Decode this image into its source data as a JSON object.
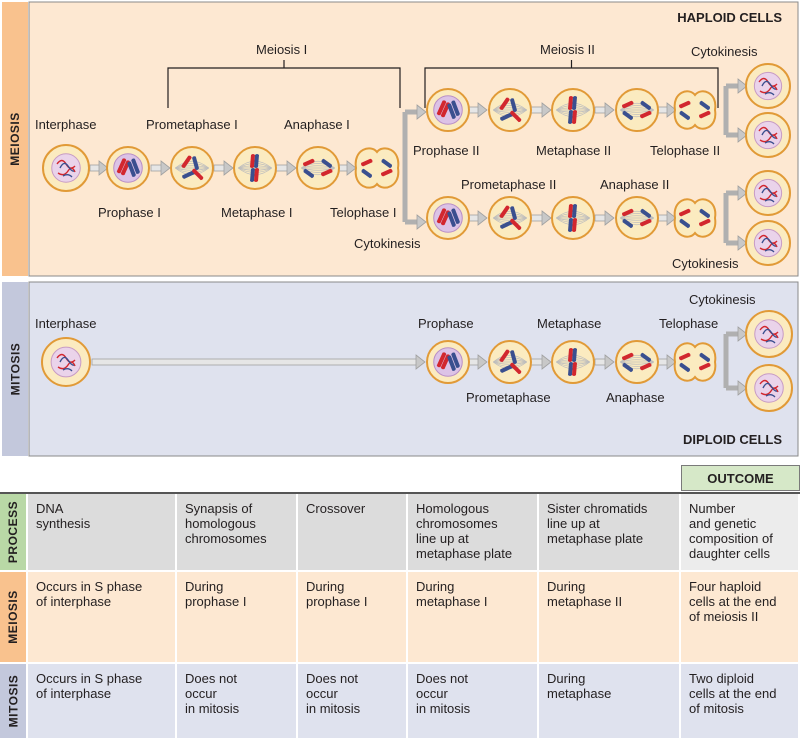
{
  "sections": {
    "meiosis": "MEIOSIS",
    "mitosis": "MITOSIS",
    "haploid": "HAPLOID CELLS",
    "diploid": "DIPLOID CELLS"
  },
  "brackets": {
    "meiosis_i": "Meiosis I",
    "meiosis_ii": "Meiosis II"
  },
  "meiosis_labels": {
    "interphase": "Interphase",
    "prophase_i": "Prophase I",
    "prometaphase_i": "Prometaphase I",
    "metaphase_i": "Metaphase I",
    "anaphase_i": "Anaphase I",
    "telophase_i": "Telophase I",
    "cytokinesis_mid": "Cytokinesis",
    "prophase_ii": "Prophase II",
    "metaphase_ii": "Metaphase II",
    "telophase_ii": "Telophase II",
    "prometaphase_ii": "Prometaphase II",
    "anaphase_ii": "Anaphase II",
    "cytokinesis_top": "Cytokinesis",
    "cytokinesis_bottom": "Cytokinesis"
  },
  "mitosis_labels": {
    "interphase": "Interphase",
    "prophase": "Prophase",
    "metaphase": "Metaphase",
    "telophase": "Telophase",
    "cytokinesis": "Cytokinesis",
    "prometaphase": "Prometaphase",
    "anaphase": "Anaphase"
  },
  "table": {
    "outcome_header": "OUTCOME",
    "row_labels": {
      "process": "PROCESS",
      "meiosis": "MEIOSIS",
      "mitosis": "MITOSIS"
    },
    "process": [
      "DNA\nsynthesis",
      "Synapsis of\nhomologous\nchromosomes",
      "Crossover",
      "Homologous\nchromosomes\nline up at\nmetaphase plate",
      "Sister chromatids\nline up at\nmetaphase plate",
      "Number\nand genetic\ncomposition of\ndaughter cells"
    ],
    "meiosis": [
      "Occurs in S phase\nof interphase",
      "During\nprophase I",
      "During\nprophase I",
      "During\nmetaphase I",
      "During\nmetaphase II",
      "Four haploid\ncells at the end\nof meiosis II"
    ],
    "mitosis": [
      "Occurs in S phase\nof interphase",
      "Does not\noccur\nin mitosis",
      "Does not\noccur\nin mitosis",
      "Does not\noccur\nin mitosis",
      "During\nmetaphase",
      "Two diploid\ncells at the end\nof mitosis"
    ]
  },
  "colors": {
    "meiosis_bg": "#fde8d2",
    "meiosis_tab": "#f9c28e",
    "mitosis_bg": "#dfe2ee",
    "mitosis_tab": "#c3c8dc",
    "process_tab": "#b9d8a6",
    "outcome_bg": "#d6e8c8",
    "process_cells": "#dcdcdc",
    "cell_fill": "#fbebc0",
    "cell_border": "#e19a37",
    "chrom_red": "#d2272e",
    "chrom_blue": "#3a4f8f"
  }
}
